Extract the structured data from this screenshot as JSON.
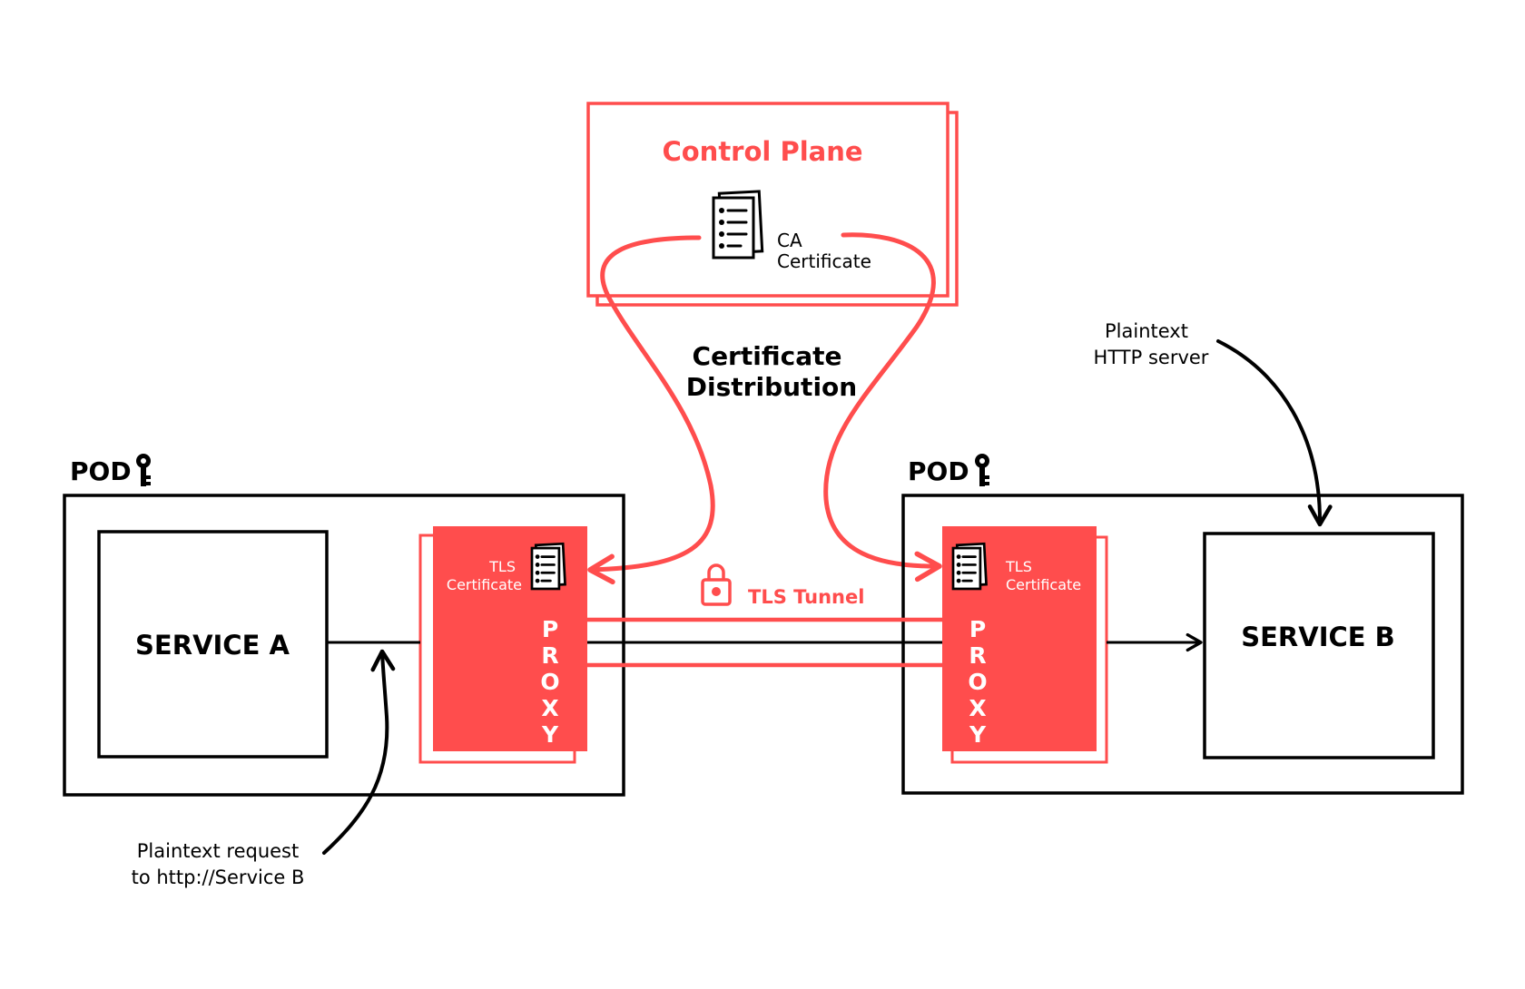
{
  "colors": {
    "accent": "#ff4d4d",
    "ink": "#000000",
    "background": "#ffffff",
    "on_accent": "#ffffff"
  },
  "control_plane": {
    "title": "Control Plane",
    "ca_certificate_line1": "CA",
    "ca_certificate_line2": "Certificate",
    "icon": "certificate-document-icon"
  },
  "certificate_distribution": {
    "line1": "Certificate",
    "line2": "Distribution"
  },
  "pod_a": {
    "label": "POD",
    "icon": "key-icon",
    "service_label": "SERVICE A",
    "proxy": {
      "tls_line1": "TLS",
      "tls_line2": "Certificate",
      "letters": [
        "P",
        "R",
        "O",
        "X",
        "Y"
      ]
    }
  },
  "pod_b": {
    "label": "POD",
    "icon": "key-icon",
    "service_label": "SERVICE B",
    "proxy": {
      "tls_line1": "TLS",
      "tls_line2": "Certificate",
      "letters": [
        "P",
        "R",
        "O",
        "X",
        "Y"
      ]
    }
  },
  "tls_tunnel": {
    "label": "TLS Tunnel",
    "icon": "padlock-icon"
  },
  "annotations": {
    "plaintext_request_line1": "Plaintext request",
    "plaintext_request_line2": "to http://Service B",
    "plaintext_server_line1": "Plaintext",
    "plaintext_server_line2": "HTTP server"
  }
}
